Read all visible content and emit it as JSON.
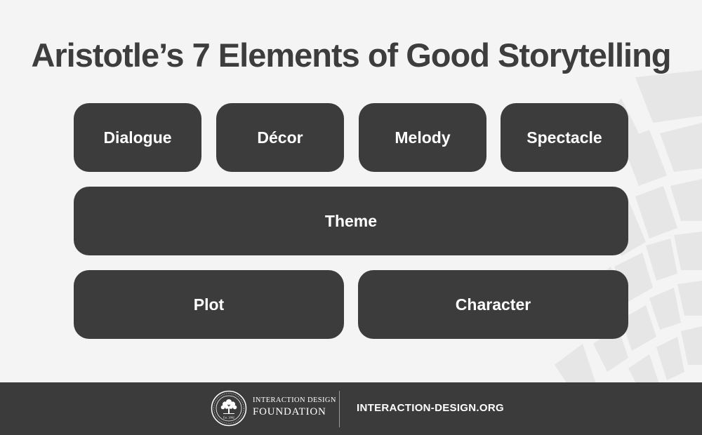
{
  "title": "Aristotle’s 7 Elements of Good Storytelling",
  "elements": {
    "dialogue": "Dialogue",
    "decor": "Décor",
    "melody": "Melody",
    "spectacle": "Spectacle",
    "theme": "Theme",
    "plot": "Plot",
    "character": "Character"
  },
  "footer": {
    "org_line1": "INTERACTION DESIGN",
    "org_line2": "FOUNDATION",
    "logo_text": "Est. 2002",
    "website": "INTERACTION-DESIGN.ORG"
  },
  "colors": {
    "background": "#f4f4f4",
    "box": "#3c3c3c",
    "title": "#3d3d3d",
    "footer": "#3b3b3b",
    "decor_shape": "#e6e6e6"
  },
  "icons": {
    "logo": "tree-seal-icon",
    "background": "mandala-decoration"
  }
}
